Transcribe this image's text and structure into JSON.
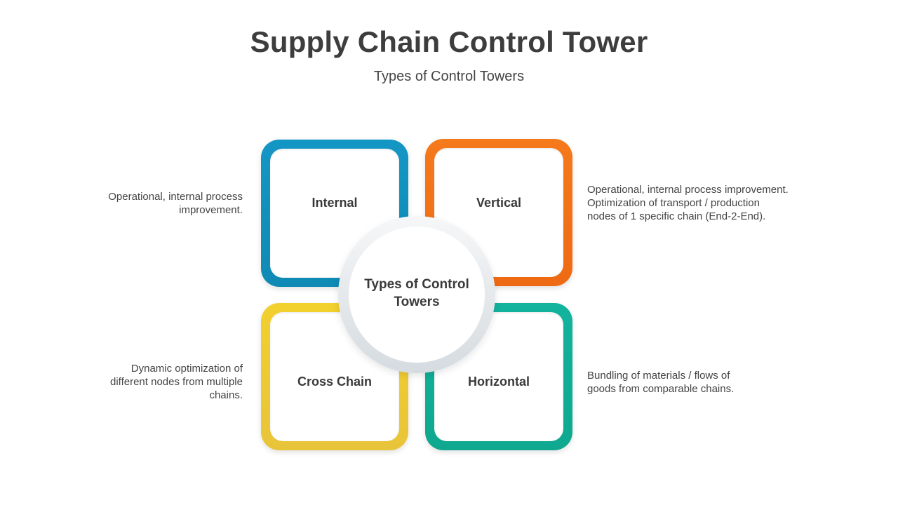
{
  "header": {
    "title": "Supply Chain Control Tower",
    "subtitle": "Types of Control Towers"
  },
  "center": {
    "line1": "Types of Control",
    "line2": "Towers"
  },
  "boxes": [
    {
      "id": "internal",
      "label": "Internal",
      "color": "#1496c4"
    },
    {
      "id": "vertical",
      "label": "Vertical",
      "color": "#f57a1c"
    },
    {
      "id": "cross-chain",
      "label": "Cross Chain",
      "color": "#f2d02e"
    },
    {
      "id": "horizontal",
      "label": "Horizontal",
      "color": "#13b39d"
    }
  ],
  "descriptions": {
    "internal": [
      "Operational, internal process",
      "improvement."
    ],
    "vertical": [
      "Operational, internal process improvement.",
      "Optimization of transport / production",
      "nodes of 1 specific chain (End-2-End)."
    ],
    "cross_chain": [
      "Dynamic optimization of",
      "different nodes from multiple",
      "chains."
    ],
    "horizontal": [
      "Bundling of materials / flows of",
      "goods from comparable chains."
    ]
  }
}
